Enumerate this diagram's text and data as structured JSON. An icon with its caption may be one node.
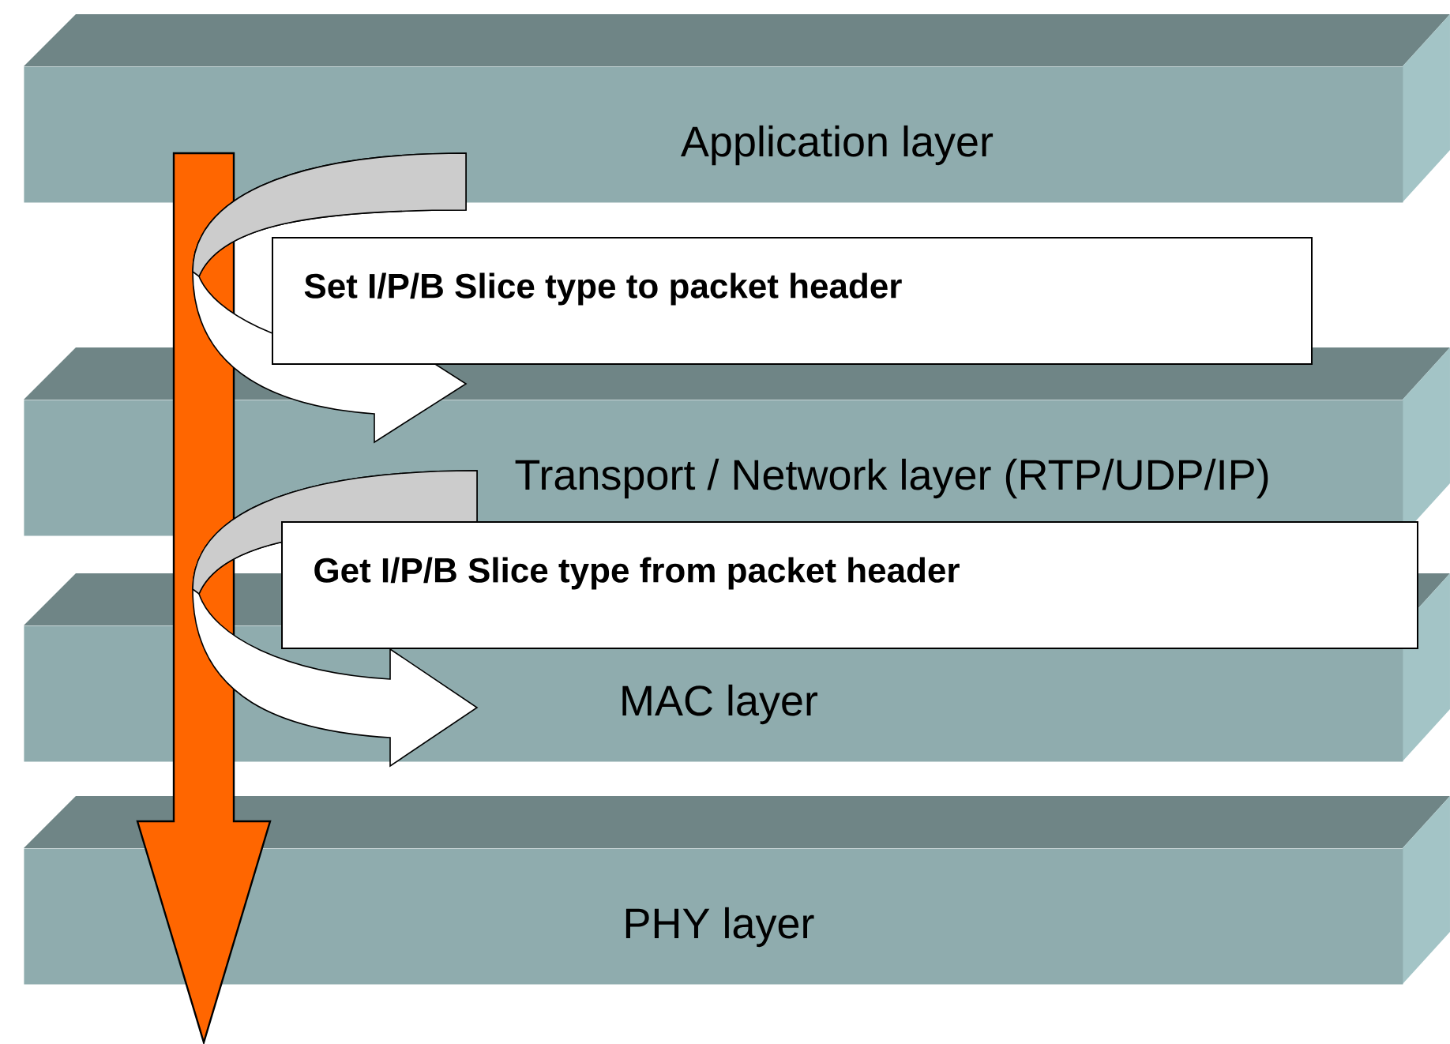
{
  "diagram": {
    "nodes": [
      {
        "text": [
          "Application layer"
        ]
      },
      {
        "text": [
          "Transport / Network layer (RTP/UDP/IP)"
        ]
      },
      {
        "text": [
          "MAC layer"
        ]
      },
      {
        "text": [
          "PHY layer"
        ]
      },
      {
        "text": [
          "Set I/P/B Slice type to packet header"
        ]
      },
      {
        "text": [
          "Get I/P/B Slice type from packet header"
        ]
      }
    ],
    "edges": [
      {
        "from": 0,
        "to": null,
        "arrow": "to",
        "style": "thick",
        "color": "#ff6600"
      },
      {
        "from": 0,
        "to": 1,
        "arrow": "to"
      },
      {
        "from": 1,
        "to": 2,
        "arrow": "to"
      }
    ]
  }
}
